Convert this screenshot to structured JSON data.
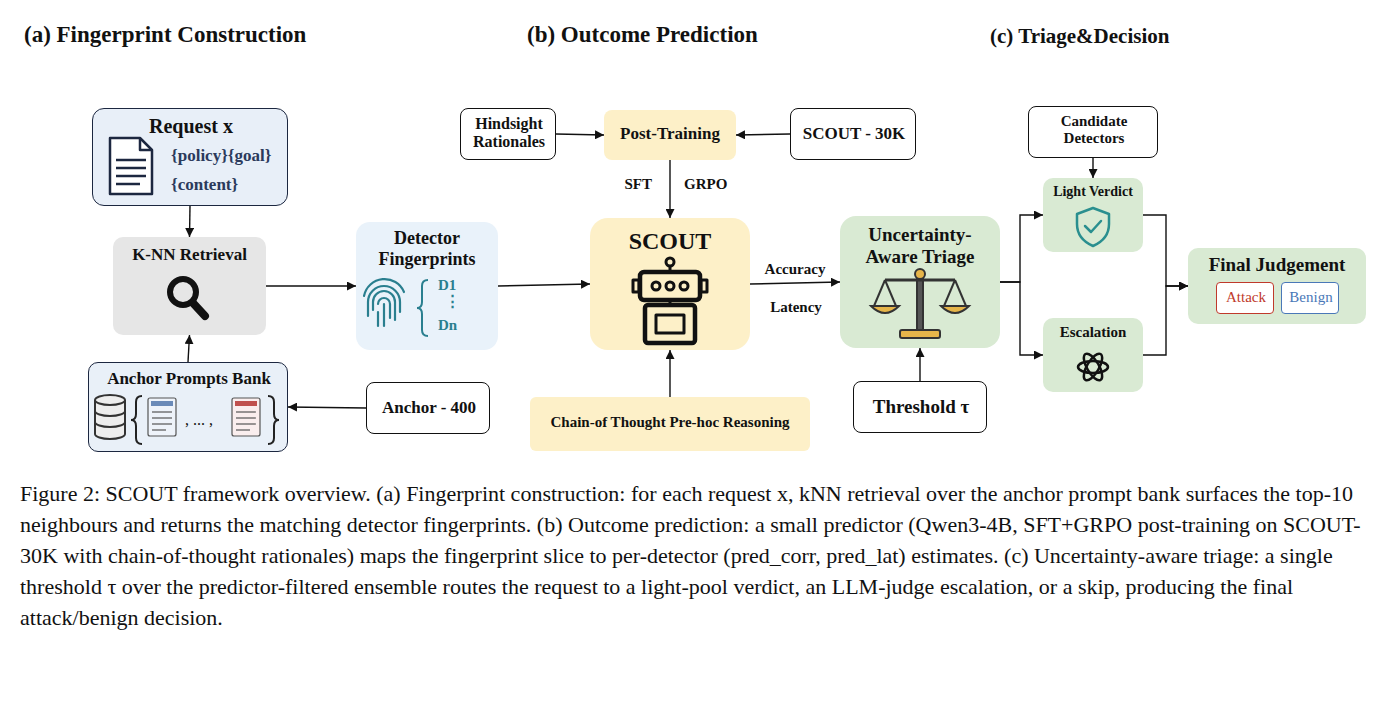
{
  "diagram": {
    "caption": "Figure 2: SCOUT framework overview. (a) Fingerprint construction: for each request x, kNN retrieval over the anchor prompt bank surfaces the top-10 neighbours and returns the matching detector fingerprints. (b) Outcome prediction: a small predictor (Qwen3-4B, SFT+GRPO post-training on SCOUT-30K with chain-of-thought rationales) maps the fingerprint slice to per-detector (pred_corr, pred_lat) estimates. (c) Uncertainty-aware triage: a single threshold τ over the predictor-filtered ensemble routes the request to a light-pool verdict, an LLM-judge escalation, or a skip, producing the final attack/benign decision.",
    "nodes": [
      {
        "text": [
          "Request x",
          "{policy}{goal}",
          "{content}"
        ]
      },
      {
        "text": [
          "K-NN Retrieval"
        ]
      },
      {
        "text": [
          "Anchor Prompts Bank",
          ", ... ,"
        ]
      },
      {
        "text": [
          "Anchor - 400"
        ]
      },
      {
        "text": [
          "Detector Fingerprints",
          "D1",
          "⋮",
          "Dn"
        ]
      },
      {
        "text": [
          "Hindsight Rationales"
        ]
      },
      {
        "text": [
          "Post-Training"
        ]
      },
      {
        "text": [
          "SCOUT - 30K"
        ]
      },
      {
        "text": [
          "SCOUT"
        ]
      },
      {
        "text": [
          "Chain-of Thought Pre-hoc Reasoning"
        ]
      },
      {
        "text": [
          "Uncertainty-Aware Triage"
        ]
      },
      {
        "text": [
          "Threshold τ"
        ]
      },
      {
        "text": [
          "Candidate Detectors"
        ]
      },
      {
        "text": [
          "Light Verdict"
        ]
      },
      {
        "text": [
          "Escalation"
        ]
      },
      {
        "text": [
          "Final Judgement"
        ]
      },
      {
        "text": [
          "Attack"
        ],
        "in": 15
      },
      {
        "text": [
          "Benign"
        ],
        "in": 15
      }
    ],
    "edges": [
      {
        "from": 0,
        "to": 1,
        "arrow": "to"
      },
      {
        "from": 2,
        "to": 1,
        "arrow": "to"
      },
      {
        "from": 3,
        "to": 2,
        "arrow": "to"
      },
      {
        "from": 1,
        "to": 4,
        "arrow": "to"
      },
      {
        "from": 4,
        "to": 8,
        "arrow": "to"
      },
      {
        "from": 5,
        "to": 6,
        "arrow": "to"
      },
      {
        "from": 7,
        "to": 6,
        "arrow": "to"
      },
      {
        "from": 6,
        "to": 8,
        "label": "SFT",
        "arrow": "to"
      },
      {
        "from": 9,
        "to": 8,
        "arrow": "to"
      },
      {
        "from": 8,
        "to": 10,
        "label": "Accuracy",
        "arrow": "to"
      },
      {
        "from": 11,
        "to": 10,
        "arrow": "to"
      },
      {
        "from": 10,
        "to": 13,
        "arrow": "to"
      },
      {
        "from": 10,
        "to": 14,
        "arrow": "to"
      },
      {
        "from": 12,
        "to": 13,
        "arrow": "to"
      },
      {
        "from": 13,
        "to": 15,
        "arrow": "to"
      },
      {
        "from": 14,
        "to": 15,
        "arrow": "to"
      }
    ],
    "labels": [
      "(a) Fingerprint Construction",
      "(b) Outcome Prediction",
      "(c) Triage&Decision",
      "GRPO",
      "Latency"
    ]
  }
}
